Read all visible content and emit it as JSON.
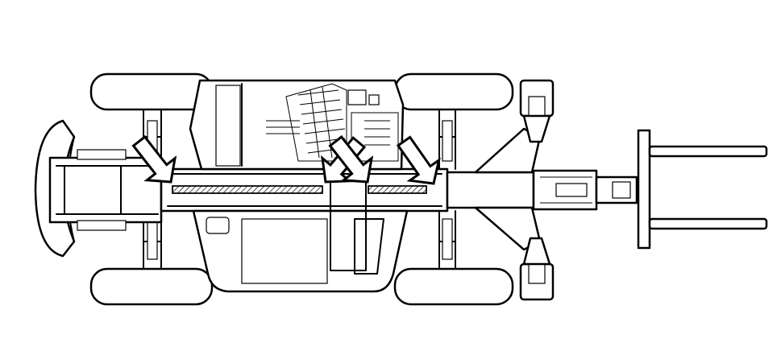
{
  "diagram": {
    "view": "top-down",
    "subject": "telehandler-chassis",
    "colors": {
      "line": "#000000",
      "background": "#ffffff"
    },
    "callout_arrows": 4,
    "marked_regions": 2
  }
}
